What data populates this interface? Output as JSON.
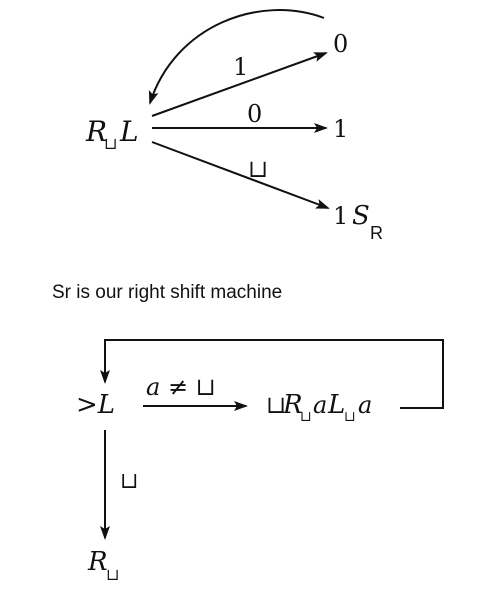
{
  "top_diagram": {
    "node_start": {
      "main": "R",
      "subscript": "⊔",
      "suffix": "L"
    },
    "edges": [
      {
        "label": "1",
        "target": "0"
      },
      {
        "label": "0",
        "target": "1"
      },
      {
        "label": "⊔",
        "target": "1",
        "target_machine": "S",
        "target_subscript": "R"
      }
    ]
  },
  "caption": "Sr is our right shift machine",
  "bottom_diagram": {
    "start": ">L",
    "condition": "a ≠ ⊔",
    "action": {
      "blank": "⊔",
      "r": "R",
      "r_sub": "⊔",
      "a1": "a",
      "l": "L",
      "l_sub": "⊔",
      "a2": "a"
    },
    "down_label": "⊔",
    "end": {
      "main": "R",
      "subscript": "⊔"
    }
  }
}
